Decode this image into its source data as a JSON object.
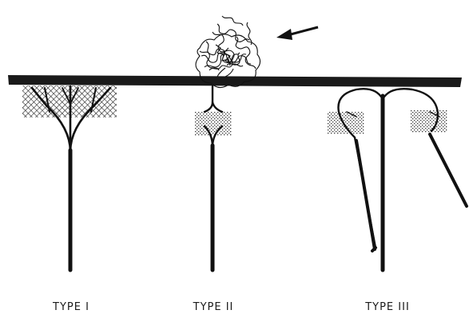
{
  "figure": {
    "labels": [
      "TYPE I",
      "TYPE II",
      "TYPE III"
    ]
  }
}
